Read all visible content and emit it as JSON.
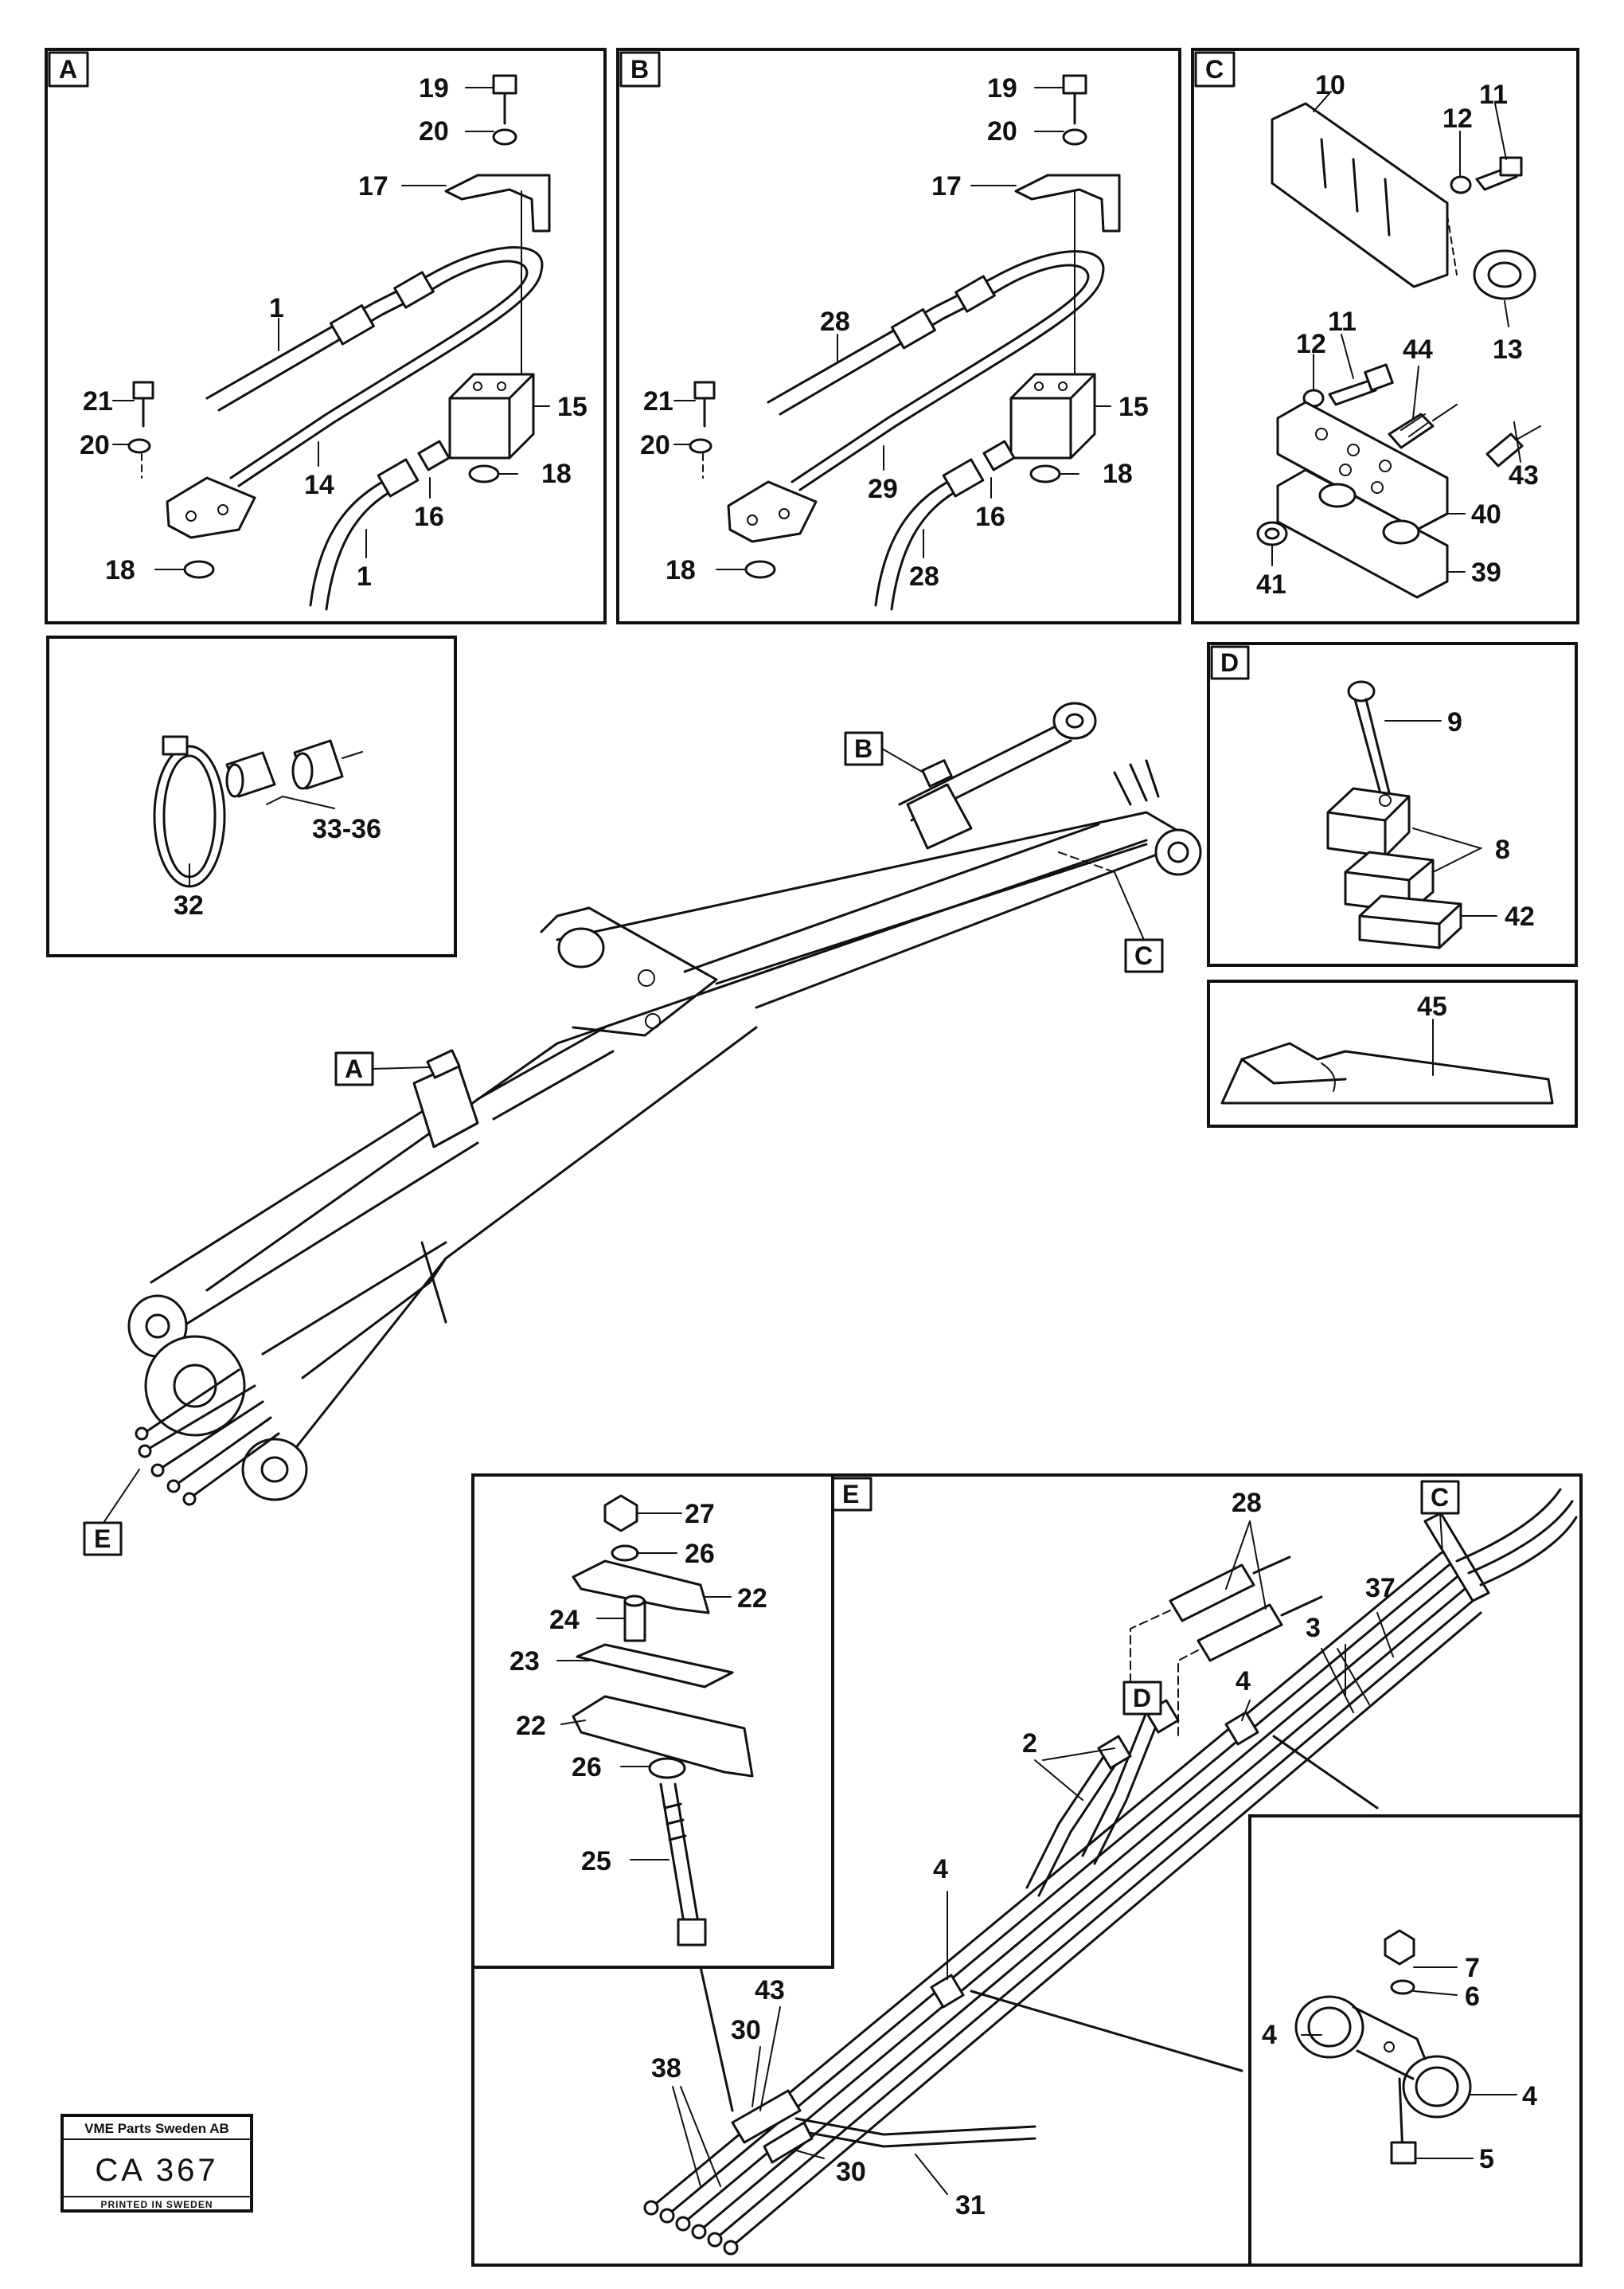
{
  "stamp": {
    "company": "VME Parts Sweden AB",
    "code": "CA 367",
    "printed": "PRINTED IN SWEDEN"
  },
  "detail_tags": {
    "A": "A",
    "B": "B",
    "C": "C",
    "D": "D",
    "E": "E"
  },
  "panel_A": {
    "tag": "A",
    "callouts": [
      "19",
      "20",
      "17",
      "1",
      "21",
      "20",
      "15",
      "14",
      "18",
      "16",
      "18",
      "1"
    ]
  },
  "panel_B": {
    "tag": "B",
    "callouts": [
      "19",
      "20",
      "17",
      "28",
      "21",
      "20",
      "15",
      "29",
      "18",
      "16",
      "18",
      "28"
    ]
  },
  "panel_C": {
    "tag": "C",
    "callouts": [
      "10",
      "11",
      "12",
      "13",
      "11",
      "12",
      "44",
      "43",
      "40",
      "41",
      "39"
    ]
  },
  "panel_clamp": {
    "callouts": [
      "33-36",
      "32"
    ]
  },
  "panel_D": {
    "tag": "D",
    "callouts": [
      "9",
      "8",
      "42"
    ]
  },
  "panel_45": {
    "callouts": [
      "45"
    ]
  },
  "panel_inner_E": {
    "callouts": [
      "27",
      "26",
      "22",
      "24",
      "23",
      "22",
      "26",
      "25"
    ]
  },
  "panel_E": {
    "tag": "E",
    "tag_C": "C",
    "tag_D": "D",
    "callouts": [
      "28",
      "37",
      "3",
      "4",
      "2",
      "4",
      "43",
      "30",
      "38",
      "30",
      "31"
    ]
  },
  "panel_clip": {
    "callouts": [
      "7",
      "6",
      "4",
      "4",
      "5"
    ]
  },
  "main_tags": [
    "A",
    "B",
    "C",
    "E"
  ]
}
